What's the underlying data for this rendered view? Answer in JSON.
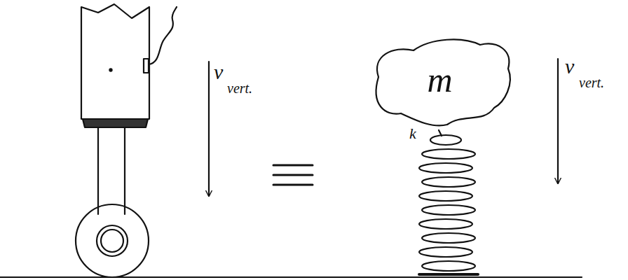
{
  "diagram": {
    "nodes": [
      {
        "text": [
          "m"
        ]
      }
    ],
    "labels": [
      "v",
      "vert.",
      "k",
      "v",
      "vert."
    ]
  }
}
